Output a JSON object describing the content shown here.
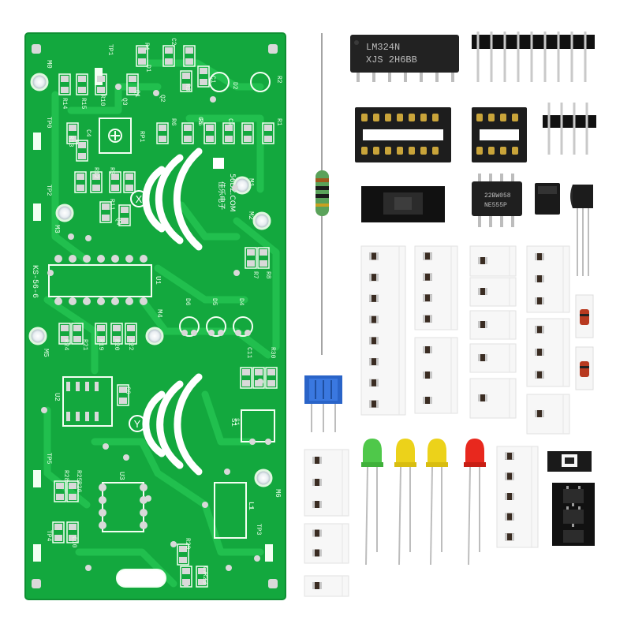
{
  "pcb": {
    "board_code": "KS-56-6",
    "brand_text": "56DZ.COM",
    "brand_cn": "佳乐电子",
    "coil_x_label": "X",
    "coil_y_label": "Y",
    "mount_holes": [
      "M0",
      "M1",
      "M2",
      "M3",
      "M4",
      "M5",
      "M6"
    ],
    "test_points": [
      "TP0",
      "TP1",
      "TP2",
      "TP3",
      "TP4",
      "TP5"
    ],
    "resistors": [
      "R1",
      "R2",
      "R3",
      "R4",
      "R5",
      "R6",
      "R7",
      "R8",
      "R9",
      "R10",
      "R11",
      "R12",
      "R13",
      "R14",
      "R15",
      "R19",
      "R20",
      "R21",
      "R22",
      "R23",
      "R24",
      "R25",
      "R26",
      "R28",
      "R29",
      "R30"
    ],
    "capacitors": [
      "C1",
      "C2",
      "C3",
      "C4",
      "C5",
      "C6",
      "C7",
      "C10",
      "C11"
    ],
    "diodes": [
      "D1",
      "D2",
      "D4",
      "D5",
      "D6"
    ],
    "transistors": [
      "Q1",
      "Q2",
      "Q3",
      "Q4"
    ],
    "ics": [
      "U1",
      "U2",
      "U3"
    ],
    "other": [
      "RP1",
      "S1",
      "L1"
    ]
  },
  "components": {
    "lm324_marking_1": "LM324N",
    "lm324_marking_2": "XJS 2H6BB",
    "ne555_marking_1": "22BW058",
    "ne555_marking_2": "NE555P"
  },
  "colors": {
    "pcb_green": "#13a83e",
    "pcb_trace": "#21bf4e",
    "pad_silver": "#d9d9d9",
    "silkscreen": "#f2fff2",
    "led_green": "#4fc84a",
    "led_yellow": "#ecd21a",
    "led_red": "#e8281e",
    "pot_blue": "#2a64c8"
  }
}
